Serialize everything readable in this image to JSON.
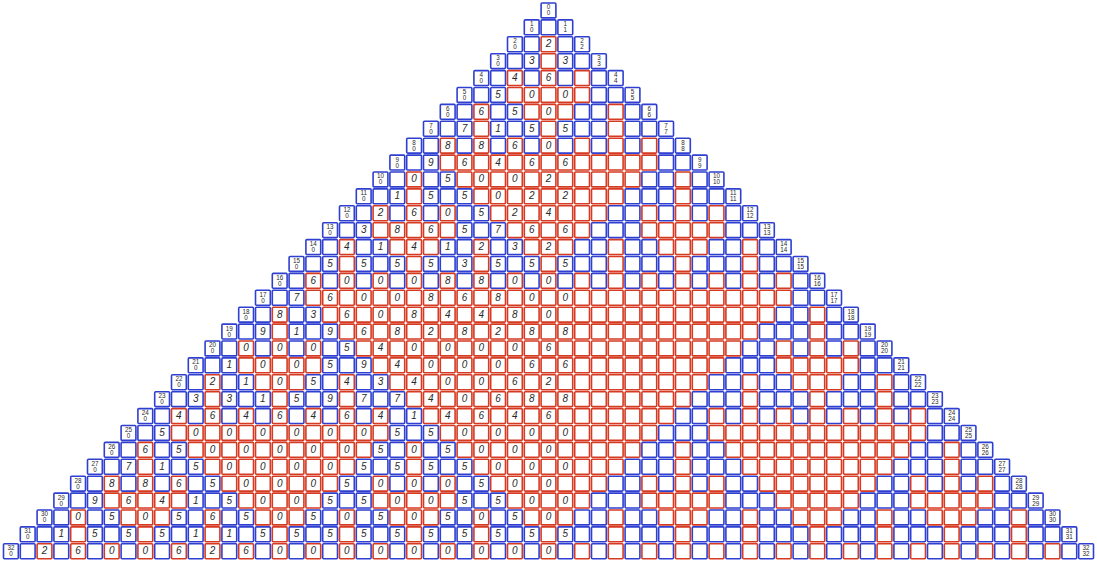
{
  "diagram": {
    "labels": [
      "0 0",
      "1 0",
      "1 1",
      "2 0",
      "2",
      "2 2",
      "3 0",
      "3",
      "3",
      "3 3",
      "4 0",
      "4",
      "6",
      "4 4",
      "5 0",
      "5",
      "0",
      "0",
      "5 5",
      "6 0",
      "6",
      "5",
      "0",
      "6 6",
      "7 0",
      "7",
      "1",
      "5",
      "5",
      "7 7",
      "8 0",
      "8",
      "8",
      "6",
      "0",
      "8 8",
      "9 0",
      "9",
      "6",
      "4",
      "6",
      "6",
      "9 9",
      "10 0",
      "0",
      "5",
      "0",
      "0",
      "2",
      "10 10",
      "11 0",
      "1",
      "5",
      "5",
      "0",
      "2",
      "2",
      "11 11",
      "12 0",
      "2",
      "6",
      "0",
      "5",
      "2",
      "4",
      "12 12",
      "13 0",
      "3",
      "8",
      "6",
      "5",
      "7",
      "6",
      "6",
      "13 13",
      "14 0",
      "4",
      "1",
      "4",
      "1",
      "2",
      "3",
      "2",
      "14 14",
      "15 0",
      "5",
      "5",
      "5",
      "5",
      "3",
      "5",
      "5",
      "5",
      "15 15",
      "16 0",
      "6",
      "0",
      "0",
      "0",
      "8",
      "8",
      "0",
      "0",
      "16 16",
      "17 0",
      "7",
      "6",
      "0",
      "0",
      "8",
      "6",
      "8",
      "0",
      "0",
      "17 17",
      "18 0",
      "8",
      "3",
      "6",
      "0",
      "8",
      "4",
      "4",
      "8",
      "0",
      "18 18",
      "19 0",
      "9",
      "1",
      "9",
      "6",
      "8",
      "2",
      "8",
      "2",
      "8",
      "8",
      "19 19",
      "20 0",
      "0",
      "0",
      "0",
      "5",
      "4",
      "0",
      "0",
      "0",
      "0",
      "6",
      "20 20",
      "21 0",
      "1",
      "0",
      "0",
      "5",
      "9",
      "4",
      "0",
      "0",
      "0",
      "6",
      "6",
      "21 21",
      "22 0",
      "2",
      "1",
      "0",
      "5",
      "4",
      "3",
      "4",
      "0",
      "0",
      "6",
      "2",
      "22 22",
      "23 0",
      "3",
      "3",
      "1",
      "5",
      "9",
      "7",
      "7",
      "4",
      "0",
      "6",
      "8",
      "8",
      "23 23",
      "24 0",
      "4",
      "6",
      "4",
      "6",
      "4",
      "6",
      "4",
      "1",
      "4",
      "6",
      "4",
      "6",
      "24 24",
      "25 0",
      "5",
      "0",
      "0",
      "0",
      "0",
      "0",
      "0",
      "5",
      "5",
      "0",
      "0",
      "0",
      "0",
      "25 25",
      "26 0",
      "6",
      "5",
      "0",
      "0",
      "0",
      "0",
      "0",
      "5",
      "0",
      "5",
      "0",
      "0",
      "0",
      "26 26",
      "27 0",
      "7",
      "1",
      "5",
      "0",
      "0",
      "0",
      "0",
      "5",
      "5",
      "5",
      "5",
      "0",
      "0",
      "0",
      "27 27",
      "28 0",
      "8",
      "8",
      "6",
      "5",
      "0",
      "0",
      "0",
      "5",
      "0",
      "0",
      "0",
      "5",
      "0",
      "0",
      "28 28",
      "29 0",
      "9",
      "6",
      "4",
      "1",
      "5",
      "0",
      "0",
      "5",
      "5",
      "0",
      "0",
      "5",
      "5",
      "0",
      "0",
      "29 29",
      "30 0",
      "0",
      "5",
      "0",
      "5",
      "6",
      "5",
      "0",
      "5",
      "0",
      "5",
      "0",
      "5",
      "0",
      "5",
      "0",
      "30 30",
      "31 0",
      "1",
      "5",
      "5",
      "5",
      "1",
      "1",
      "5",
      "5",
      "5",
      "5",
      "5",
      "5",
      "5",
      "5",
      "5",
      "5",
      "31 31",
      "32 0",
      "2",
      "6",
      "0",
      "0",
      "6",
      "2",
      "6",
      "0",
      "0",
      "0",
      "0",
      "0",
      "0",
      "0",
      "0",
      "0",
      "32 32"
    ]
  }
}
